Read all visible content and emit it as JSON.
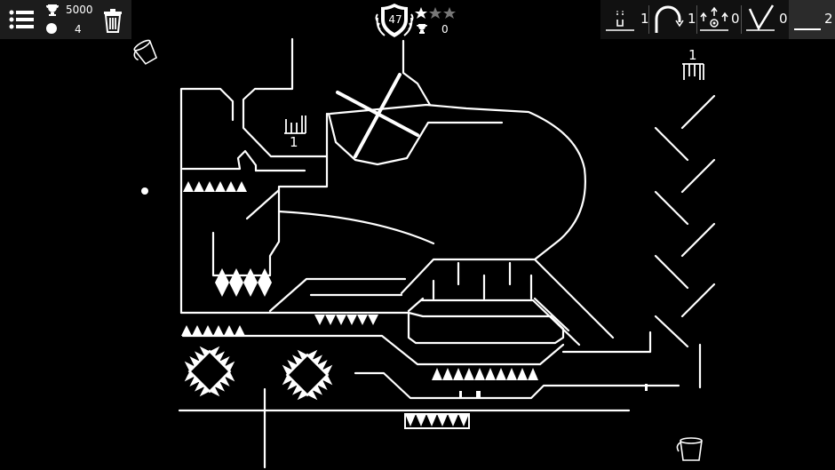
{
  "hud": {
    "trophy_score": "5000",
    "balls_count": "4",
    "level_number": "47",
    "level_trophy_score": "0"
  },
  "toolbar": {
    "tools": [
      {
        "name": "magnet-tool",
        "count": "1"
      },
      {
        "name": "curve-tool",
        "count": "1"
      },
      {
        "name": "fan-tool",
        "count": "0"
      },
      {
        "name": "v-shape-tool",
        "count": "0"
      },
      {
        "name": "line-tool",
        "count": "2"
      }
    ]
  },
  "level": {
    "drop_counter_left": "1",
    "drop_counter_right": "1",
    "stars_earned": 1,
    "stars_total": 3
  },
  "colors": {
    "background": "#000000",
    "lines": "#ffffff",
    "panel": "#1c1c1c",
    "star_empty": "#777777"
  }
}
